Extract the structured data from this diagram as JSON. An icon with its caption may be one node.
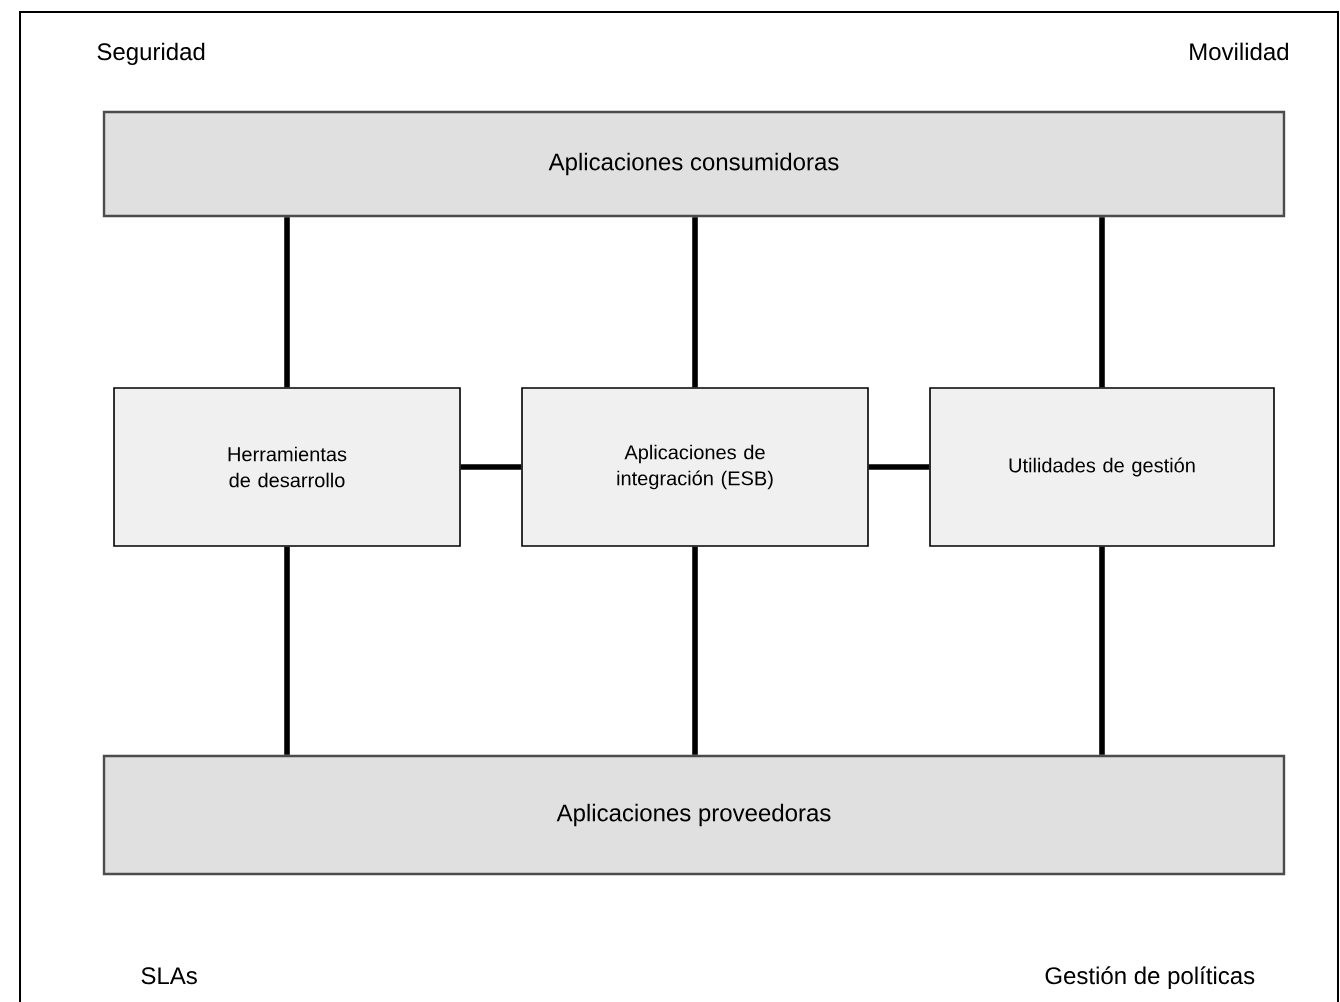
{
  "diagram": {
    "nodes": [
      {
        "text": [
          "Aplicaciones consumidoras"
        ]
      },
      {
        "text": [
          "Herramientas de desarrollo"
        ]
      },
      {
        "text": [
          "Aplicaciones de integración (ESB)"
        ]
      },
      {
        "text": [
          "Utilidades de gestión"
        ]
      },
      {
        "text": [
          "Aplicaciones proveedoras"
        ]
      }
    ],
    "edges": [
      {
        "from": 0,
        "to": 1,
        "arrow": "none"
      },
      {
        "from": 0,
        "to": 2,
        "arrow": "none"
      },
      {
        "from": 0,
        "to": 3,
        "arrow": "none"
      },
      {
        "from": 1,
        "to": 2,
        "arrow": "none"
      },
      {
        "from": 2,
        "to": 3,
        "arrow": "none"
      },
      {
        "from": 1,
        "to": 4,
        "arrow": "none"
      },
      {
        "from": 2,
        "to": 4,
        "arrow": "none"
      },
      {
        "from": 3,
        "to": 4,
        "arrow": "none"
      }
    ],
    "labels": [
      "Seguridad",
      "Movilidad",
      "SLAs",
      "Gestión de políticas"
    ]
  }
}
